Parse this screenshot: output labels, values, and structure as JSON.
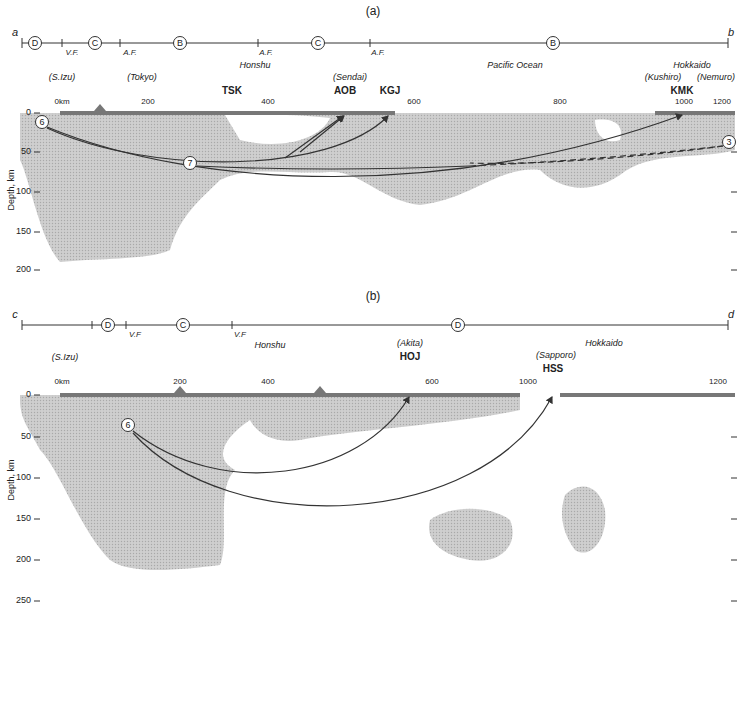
{
  "diagram": {
    "nodes": [
      {
        "text": [
          "D"
        ]
      },
      {
        "text": [
          "C"
        ]
      },
      {
        "text": [
          "B"
        ]
      },
      {
        "text": [
          "C"
        ]
      },
      {
        "text": [
          "B"
        ]
      },
      {
        "text": [
          "6"
        ]
      },
      {
        "text": [
          "7"
        ]
      },
      {
        "text": [
          "3"
        ]
      },
      {
        "text": [
          "D"
        ]
      },
      {
        "text": [
          "C"
        ]
      },
      {
        "text": [
          "D"
        ]
      },
      {
        "text": [
          "6"
        ]
      }
    ],
    "labels": [
      "(a)",
      "a",
      "b",
      "V.F.",
      "A.F.",
      "A.F.",
      "A.F.",
      "Honshu",
      "Pacific Ocean",
      "Hokkaido",
      "(S.Izu)",
      "(Tokyo)",
      "TSK",
      "(Sendai)",
      "AOB",
      "KGJ",
      "(Kushiro)",
      "(Nemuro)",
      "KMK",
      "0km",
      "200",
      "400",
      "600",
      "800",
      "1000",
      "1200",
      "0",
      "50",
      "100",
      "150",
      "200",
      "Depth, km",
      "(b)",
      "c",
      "d",
      "V.F",
      "V.F",
      "Honshu",
      "(S.Izu)",
      "(Akita)",
      "HOJ",
      "Hokkaido",
      "(Sapporo)",
      "HSS",
      "0km",
      "200",
      "400",
      "600",
      "1000",
      "1200",
      "0",
      "50",
      "100",
      "150",
      "200",
      "250",
      "Depth, km"
    ]
  }
}
